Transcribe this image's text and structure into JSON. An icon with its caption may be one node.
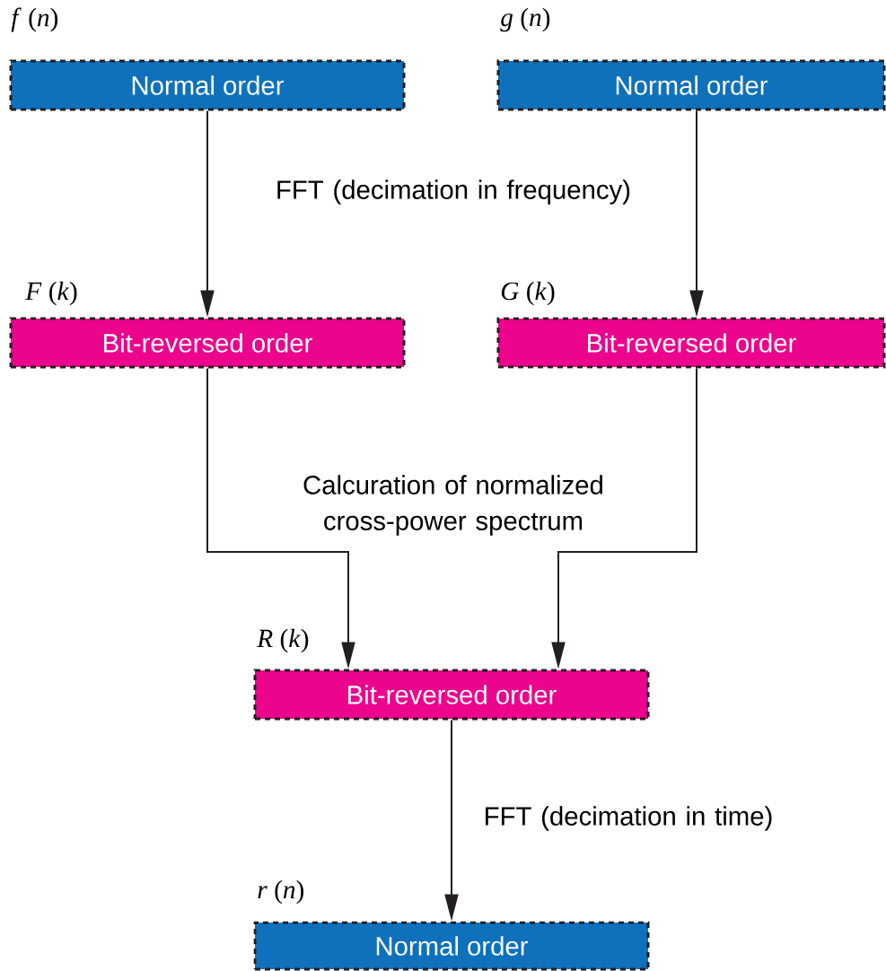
{
  "diagram": {
    "nodes": [
      {
        "text": [
          "Normal order"
        ],
        "beside": [
          "*f* (*n*)"
        ]
      },
      {
        "text": [
          "Normal order"
        ],
        "beside": [
          "*g* (*n*)"
        ]
      },
      {
        "text": [
          "Bit-reversed order"
        ],
        "beside": [
          "*F* (*k*)"
        ]
      },
      {
        "text": [
          "Bit-reversed order"
        ],
        "beside": [
          "*G* (*k*)"
        ]
      },
      {
        "text": [
          "Bit-reversed order"
        ],
        "beside": [
          "*R* (*k*)"
        ]
      },
      {
        "text": [
          "Normal order"
        ],
        "beside": [
          "*r* (*n*)"
        ]
      }
    ],
    "edges": [
      {
        "from": 0,
        "to": 2,
        "arrow": "to"
      },
      {
        "from": 1,
        "to": 3,
        "arrow": "to"
      },
      {
        "from": 2,
        "to": 4,
        "arrow": "to"
      },
      {
        "from": 3,
        "to": 4,
        "arrow": "to"
      },
      {
        "from": 4,
        "to": 5,
        "arrow": "to"
      }
    ],
    "labels": [
      "FFT (decimation in frequency)",
      "Calcuration of normalized cross-power spectrum",
      "FFT (decimation in time)"
    ]
  }
}
